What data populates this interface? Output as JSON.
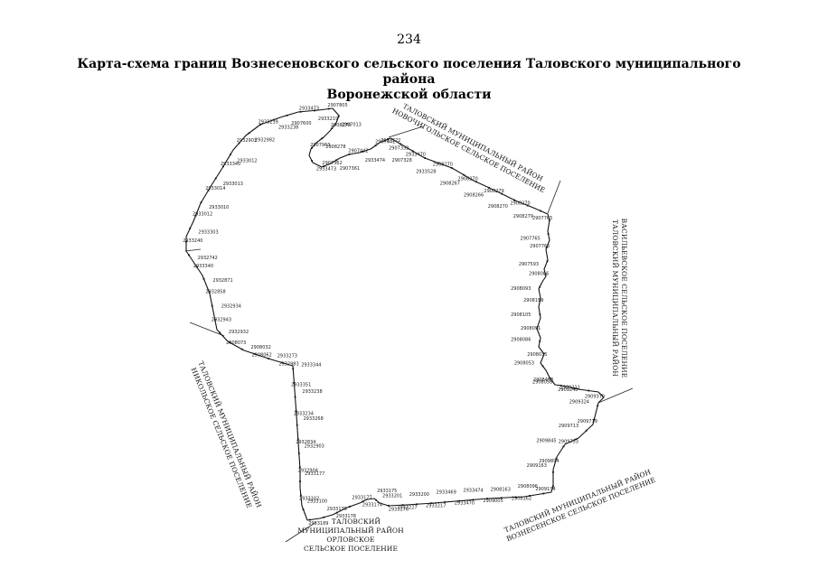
{
  "page_number": "234",
  "title_line1": "Карта-схема границ Вознесеновского сельского поселения Таловского муниципального района",
  "title_line2": "Воронежской области",
  "neighbors": [
    {
      "id": "nov",
      "line1": "ТАЛОВСКИЙ МУНИЦИПАЛЬНЫЙ РАЙОН",
      "line2": "НОВОЧИГОЛЬСКОЕ СЕЛЬСКОЕ ПОСЕЛЕНИЕ"
    },
    {
      "id": "vas",
      "line1": "ТАЛОВСКИЙ МУНИЦИПАЛЬНЫЙ РАЙОН",
      "line2": "ВАСИЛЬЕВСКОЕ СЕЛЬСКОЕ ПОСЕЛЕНИЕ"
    },
    {
      "id": "vozn",
      "line1": "ТАЛОВСКИЙ МУНИЦИПАЛЬНЫЙ РАЙОН",
      "line2": "ВОЗНЕСЕНСКОЕ СЕЛЬСКОЕ ПОСЕЛЕНИЕ"
    },
    {
      "id": "nik",
      "line1": "ТАЛОВСКИЙ МУНИЦИПАЛЬНЫЙ РАЙОН",
      "line2": "НИКОЛЬСКОЕ СЕЛЬСКОЕ ПОСЕЛЕНИЕ"
    },
    {
      "id": "orl",
      "line1": "ТАЛОВСКИЙ",
      "line2": "МУНИЦИПАЛЬНЫЙ РАЙОН",
      "line3": "ОРЛОВСКОЕ",
      "line4": "СЕЛЬСКОЕ ПОСЕЛЕНИЕ"
    }
  ],
  "points": [
    "2907600",
    "2933473",
    "2933219",
    "2907805",
    "2907013",
    "2908270",
    "2908278",
    "2907963",
    "2933473",
    "2907362",
    "2907361",
    "2907442",
    "2933474",
    "2907441",
    "2907332",
    "2907322",
    "2907328",
    "2933470",
    "2933528",
    "2908270",
    "2908267",
    "2908270",
    "2908266",
    "2908279",
    "2908270",
    "2908270",
    "2908279",
    "2907765",
    "2907765",
    "2907765",
    "2907593",
    "2908086",
    "2908093",
    "2908159",
    "2908105",
    "2908091",
    "2908086",
    "2908035",
    "2908053",
    "2908453",
    "2908058",
    "2909248",
    "2909211",
    "2909370",
    "2909324",
    "2909719",
    "2909713",
    "2909753",
    "2909845",
    "2909894",
    "2909163",
    "2909134",
    "2908096",
    "2908162",
    "2908163",
    "2909005",
    "2933474",
    "2933470",
    "2933469",
    "2933217",
    "2933200",
    "2933227",
    "2933201",
    "2933176",
    "2933175",
    "2933174",
    "2933177",
    "2933178",
    "2933179",
    "2933189",
    "2933100",
    "2933102",
    "2933177",
    "2932904",
    "2932903",
    "2932834",
    "2933268",
    "2933234",
    "2933238",
    "2933351",
    "2933344",
    "2932983",
    "2933273",
    "2908062",
    "2908032",
    "2908073",
    "2932932",
    "2932943",
    "2932934",
    "2932858",
    "2932871",
    "2933340",
    "2932742",
    "2933240",
    "2933303",
    "2933012",
    "2933010",
    "2933014",
    "2933013",
    "2933340",
    "2933012",
    "2932903",
    "2932982",
    "2933239",
    "2933238"
  ]
}
